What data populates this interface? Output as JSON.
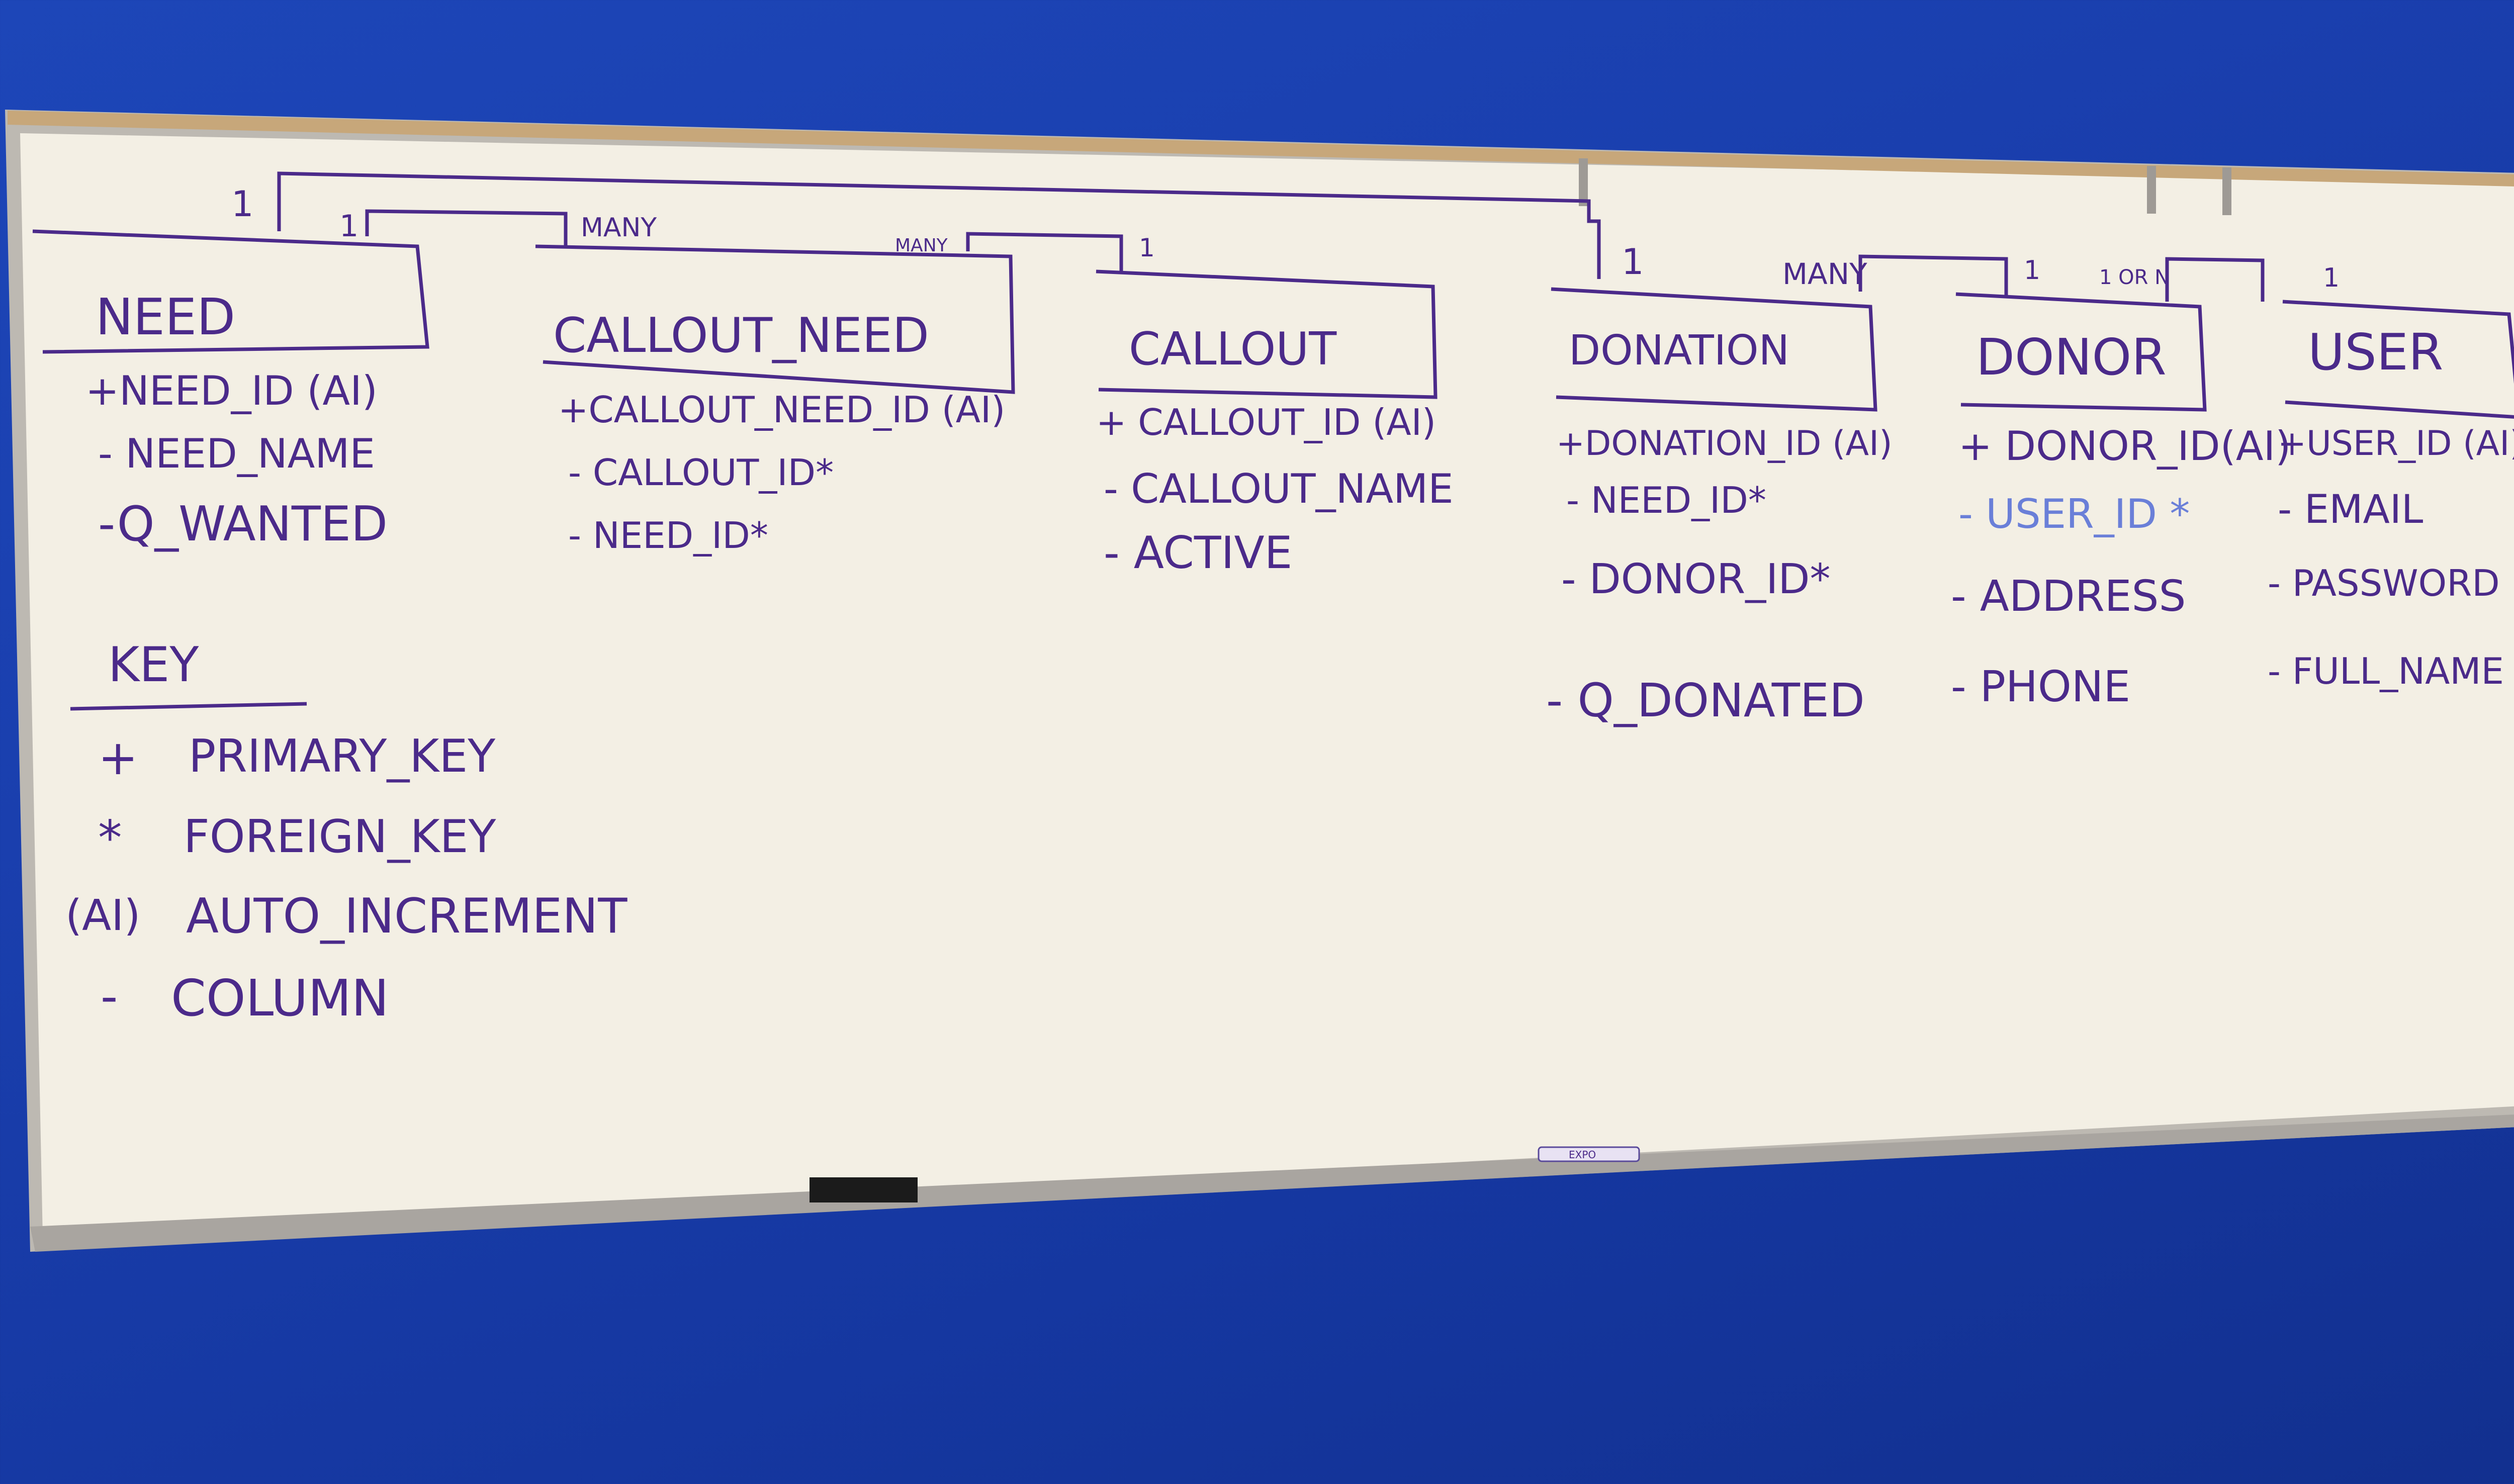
{
  "board": {
    "tables": [
      {
        "title": "NEED",
        "fields": [
          "+NEED_ID (AI)",
          "- NEED_NAME",
          "-Q_WANTED"
        ]
      },
      {
        "title": "CALLOUT_NEED",
        "fields": [
          "+CALLOUT_NEED_ID (AI)",
          "- CALLOUT_ID*",
          "- NEED_ID*"
        ]
      },
      {
        "title": "CALLOUT",
        "fields": [
          "+ CALLOUT_ID (AI)",
          "- CALLOUT_NAME",
          "- ACTIVE"
        ]
      },
      {
        "title": "DONATION",
        "fields": [
          "+DONATION_ID (AI)",
          "- NEED_ID*",
          "- DONOR_ID*",
          "- Q_DONATED"
        ]
      },
      {
        "title": "DONOR",
        "fields": [
          "+ DONOR_ID(AI)",
          "- USER_ID *",
          "- ADDRESS",
          "- PHONE"
        ]
      },
      {
        "title": "USER",
        "fields": [
          "+USER_ID (AI)",
          "- EMAIL",
          "- PASSWORD",
          "- FULL_NAME"
        ]
      }
    ],
    "relations": {
      "need_one": "1",
      "need_one_b": "1",
      "many_a": "MANY",
      "many_b": "MANY",
      "callout_one": "1",
      "donation_one": "1",
      "many_c": "MANY",
      "donor_one": "1",
      "one_or_n": "1 OR N",
      "user_one": "1"
    },
    "key": {
      "title": "KEY",
      "items": [
        {
          "symbol": "+",
          "label": "PRIMARY_KEY"
        },
        {
          "symbol": "*",
          "label": "FOREIGN_KEY"
        },
        {
          "symbol": "(AI)",
          "label": "AUTO_INCREMENT"
        },
        {
          "symbol": "-",
          "label": "COLUMN"
        }
      ]
    },
    "marker_label": "EXPO"
  },
  "colors": {
    "wall": "#1a3fae",
    "board": "#f3efe4",
    "frame": "#c9c6c0",
    "ink": "#4b2a8a"
  }
}
